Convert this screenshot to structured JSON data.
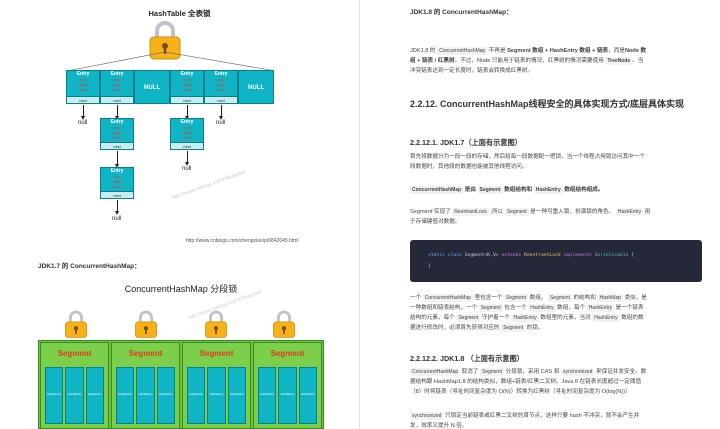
{
  "left": {
    "hashtable": {
      "title": "HashTable 全表锁",
      "entries": [
        {
          "label": "Entry",
          "lines": [
            "key",
            "value",
            "hash"
          ],
          "next": "next"
        },
        {
          "label": "Entry",
          "lines": [
            "key",
            "value",
            "hash"
          ],
          "next": "next"
        },
        {
          "label": "NULL"
        },
        {
          "label": "Entry",
          "lines": [
            "key",
            "value",
            "hash"
          ],
          "next": "next"
        },
        {
          "label": "Entry",
          "lines": [
            "key",
            "value",
            "hash"
          ],
          "next": "next"
        },
        {
          "label": "NULL"
        }
      ],
      "chain_entry": {
        "label": "Entry",
        "lines": [
          "key",
          "value",
          "hash"
        ],
        "next": "next"
      },
      "null_text": "null",
      "watermark": "http://www.cnblogs.com/chengxiao/",
      "source_url": "http://www.cnblogs.com/chengxiao/p/6842045.html"
    },
    "jdk17_heading": "JDK1.7 的 ConcurrentHashMap：",
    "segment_diagram": {
      "title": "ConcurrentHashMap 分段锁",
      "segment_label": "Segment",
      "inner_label": "HashEntry",
      "watermark": "http://www.cnblogs.com/chengxiao/"
    }
  },
  "right": {
    "jdk18_heading": "JDK1.8 的 ConcurrentHashMap：",
    "intro": {
      "p1": "JDK1.8 的",
      "chm": "ConcurrentHashMap",
      "p2": "不再是",
      "b1": "Segment 数组 + HashEntry 数组 + 链表",
      "p3": "，而是",
      "b2": "Node 数",
      "b3": "组 + 链表 / 红黑树",
      "p4": "。不过，Node 只能用于链表的情况，红黑树的情况需要使用",
      "treenode": "TreeNode",
      "p5": "。当",
      "line3": "冲突链表达到一定长度时，链表会转换成红黑树。"
    },
    "h2212": "2.2.12. ConcurrentHashMap线程安全的具体实现方式/底层具体实现",
    "h22121": "2.2.12.1. JDK1.7（上面有示意图）",
    "p_seg1": "首先将数据分为一段一段的存储，然后给每一段数据配一把锁，当一个线程占用锁访问其中一个",
    "p_seg2": "段数据时，其他段的数据也能被其他线程访问。",
    "p_comp": {
      "c1": "ConcurrentHashMap",
      "t1": "是由",
      "c2": "Segment",
      "t2": "数组结构和",
      "c3": "HashEntry",
      "t3": "数组结构组成。"
    },
    "p_rl": {
      "t1": "Segment 实现了",
      "c1": "ReentrantLock",
      "t2": ",所以",
      "c2": "Segment",
      "t3": "是一种可重入锁，扮演锁的角色。",
      "c3": "HashEntry",
      "t4": "用",
      "line2": "于存储键值对数据。"
    },
    "code": {
      "static": "static",
      "class": "class",
      "name": "Segment<K,V>",
      "extends": "extends",
      "parent": "ReentrantLock",
      "implements": "implements",
      "iface": "Serializable",
      "brace": "{",
      "close": "}"
    },
    "p_one": {
      "t1": "一个",
      "c1": "ConcurrentHashMap",
      "t2": "里包含一个",
      "c2": "Segment",
      "t3": "数组。",
      "c3": "Segment",
      "t4": "的结构和",
      "c4": "HashMap",
      "t5": "类似，是",
      "t6": "一种数组和链表结构，一个",
      "c5": "Segment",
      "t7": "包含一个",
      "c6": "HashEntry",
      "t8": "数组，每个",
      "c7": "HashEntry",
      "t9": "是一个链表",
      "t10": "结构的元素，每个",
      "c8": "Segment",
      "t11": "守护着一个",
      "c9": "HashEntry",
      "t12": "数组里的元素，当对",
      "c10": "HashEntry",
      "t13": "数组的数",
      "t14": "据进行修改时，必须首先获得对应的",
      "c11": "Segment",
      "t15": "的锁。"
    },
    "h22122": "2.2.12.2. JDK1.8 （上面有示意图）",
    "p_18": {
      "c1": "ConcurrentHashMap",
      "t1": "取消了",
      "c2": "Segment",
      "t2": "分段锁，采用 CAS 和",
      "c3": "synchronized",
      "t3": "来保证并发安全。数",
      "line2": "据结构跟 HashMap1.8 的结构类似，数组+链表/红黑二叉树。Java 8 在链表长度超过一定阈值",
      "line3": "（8）时将链表（寻址时间复杂度为 O(N)）转换为红黑树（寻址时间复杂度为 O(log(N))）"
    },
    "p_sync": {
      "c1": "synchronized",
      "t1": "只锁定当前链表或红黑二叉树的首节点，这样只要 hash 不冲突，就不会产生并",
      "line2": "发，效率又提升 N 倍。"
    }
  }
}
